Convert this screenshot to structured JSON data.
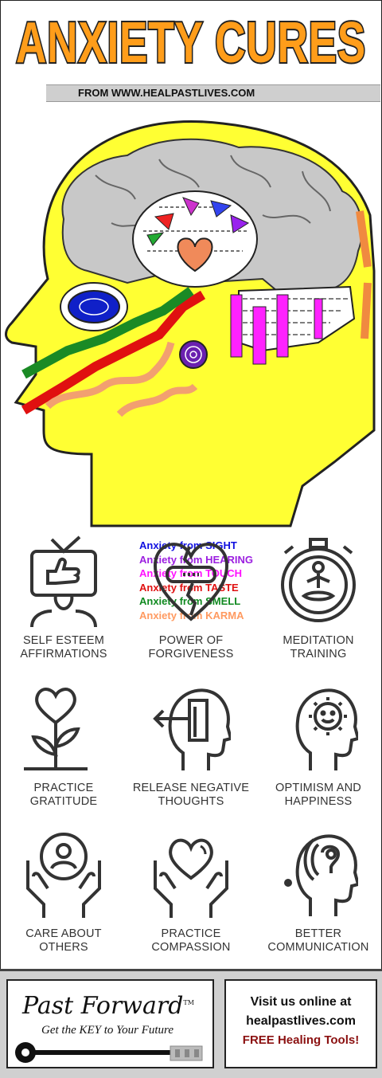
{
  "title": "ANXIETY CURES",
  "source": "FROM WWW.HEALPASTLIVES.COM",
  "legend": [
    {
      "text": "Anxiety from ",
      "sense": "SIGHT",
      "color": "#1010e0"
    },
    {
      "text": "Anxiety from ",
      "sense": "HEARING",
      "color": "#9b1ee0"
    },
    {
      "text": "Anxiety from ",
      "sense": "TOUCH",
      "color": "#ff10ff"
    },
    {
      "text": "Anxiety from ",
      "sense": "TASTE",
      "color": "#e01010"
    },
    {
      "text": "Anxiety from ",
      "sense": "SMELL",
      "color": "#108a20"
    },
    {
      "text": "Anxiety from ",
      "sense": "KARMA",
      "color": "#ff9a60"
    }
  ],
  "cures": [
    {
      "line1": "SELF ESTEEM",
      "line2": "AFFIRMATIONS",
      "icon": "tv-thumbs-up-icon"
    },
    {
      "line1": "POWER OF",
      "line2": "FORGIVENESS",
      "icon": "bandaged-heart-icon"
    },
    {
      "line1": "MEDITATION",
      "line2": "TRAINING",
      "icon": "stopwatch-meditation-icon"
    },
    {
      "line1": "PRACTICE",
      "line2": "GRATITUDE",
      "icon": "heart-flower-icon"
    },
    {
      "line1": "RELEASE NEGATIVE",
      "line2": "THOUGHTS",
      "icon": "head-release-icon"
    },
    {
      "line1": "OPTIMISM AND",
      "line2": "HAPPINESS",
      "icon": "head-smile-icon"
    },
    {
      "line1": "CARE ABOUT",
      "line2": "OTHERS",
      "icon": "hands-person-icon"
    },
    {
      "line1": "PRACTICE",
      "line2": "COMPASSION",
      "icon": "hands-heart-icon"
    },
    {
      "line1": "BETTER",
      "line2": "COMMUNICATION",
      "icon": "head-communication-icon"
    }
  ],
  "footer": {
    "brand": "Past Forward",
    "trademark": "TM",
    "tagline": "Get the KEY to Your Future",
    "visit": "Visit us online at",
    "site": "healpastlives.com",
    "tools": "FREE Healing Tools!"
  },
  "colors": {
    "title_fill": "#ff9d1a",
    "title_outline": "#222222",
    "head_fill": "#ffff33",
    "brain_fill": "#c8c8c8",
    "footer_bg": "#d0d0d0"
  }
}
